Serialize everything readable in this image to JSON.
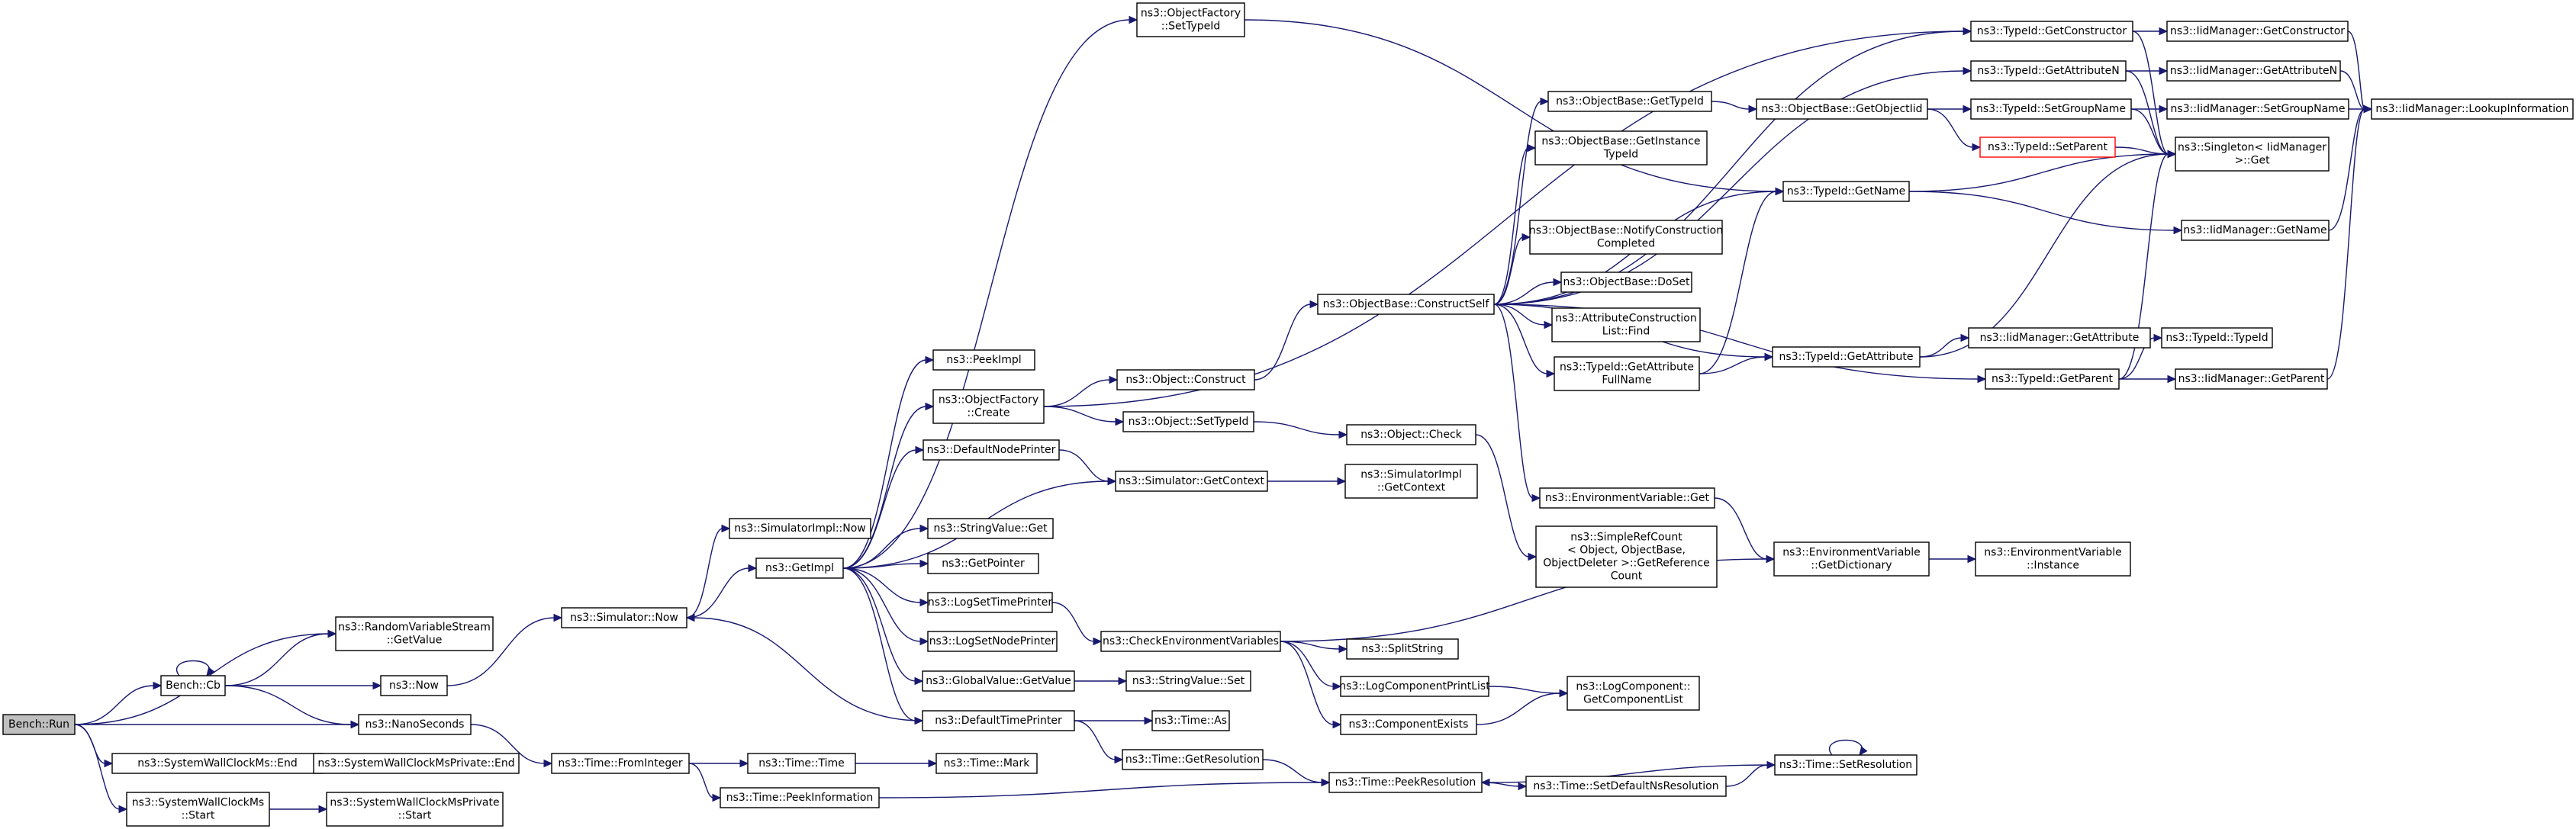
{
  "diagram": {
    "colors": {
      "edge": "#191970",
      "node_border": "#000000",
      "root_fill": "#bfbfbf",
      "highlight_border": "#ff0000",
      "background": "#ffffff"
    },
    "nodes": [
      {
        "id": "bench_run",
        "lines": [
          "Bench::Run"
        ],
        "style": "root"
      },
      {
        "id": "bench_cb",
        "lines": [
          "Bench::Cb"
        ]
      },
      {
        "id": "rvs_getvalue",
        "lines": [
          "ns3::RandomVariableStream",
          "::GetValue"
        ]
      },
      {
        "id": "now",
        "lines": [
          "ns3::Now"
        ]
      },
      {
        "id": "nanoseconds",
        "lines": [
          "ns3::NanoSeconds"
        ]
      },
      {
        "id": "swc_end",
        "lines": [
          "ns3::SystemWallClockMs::End"
        ]
      },
      {
        "id": "swcp_end",
        "lines": [
          "ns3::SystemWallClockMsPrivate::End"
        ]
      },
      {
        "id": "swc_start",
        "lines": [
          "ns3::SystemWallClockMs",
          "::Start"
        ]
      },
      {
        "id": "swcp_start",
        "lines": [
          "ns3::SystemWallClockMsPrivate",
          "::Start"
        ]
      },
      {
        "id": "sim_now",
        "lines": [
          "ns3::Simulator::Now"
        ]
      },
      {
        "id": "time_fromint",
        "lines": [
          "ns3::Time::FromInteger"
        ]
      },
      {
        "id": "simimpl_now",
        "lines": [
          "ns3::SimulatorImpl::Now"
        ]
      },
      {
        "id": "getimpl",
        "lines": [
          "ns3::GetImpl"
        ]
      },
      {
        "id": "time_time",
        "lines": [
          "ns3::Time::Time"
        ]
      },
      {
        "id": "time_peekinfo",
        "lines": [
          "ns3::Time::PeekInformation"
        ]
      },
      {
        "id": "time_mark",
        "lines": [
          "ns3::Time::Mark"
        ]
      },
      {
        "id": "of_settypeid",
        "lines": [
          "ns3::ObjectFactory",
          "::SetTypeId"
        ]
      },
      {
        "id": "peekimpl",
        "lines": [
          "ns3::PeekImpl"
        ]
      },
      {
        "id": "of_create",
        "lines": [
          "ns3::ObjectFactory",
          "::Create"
        ]
      },
      {
        "id": "defnodeprinter",
        "lines": [
          "ns3::DefaultNodePrinter"
        ]
      },
      {
        "id": "sv_get",
        "lines": [
          "ns3::StringValue::Get"
        ]
      },
      {
        "id": "getpointer",
        "lines": [
          "ns3::GetPointer"
        ]
      },
      {
        "id": "logsettimeprinter",
        "lines": [
          "ns3::LogSetTimePrinter"
        ]
      },
      {
        "id": "logsetnodeprinter",
        "lines": [
          "ns3::LogSetNodePrinter"
        ]
      },
      {
        "id": "gv_getvalue",
        "lines": [
          "ns3::GlobalValue::GetValue"
        ]
      },
      {
        "id": "deftimeprinter",
        "lines": [
          "ns3::DefaultTimePrinter"
        ]
      },
      {
        "id": "obj_construct",
        "lines": [
          "ns3::Object::Construct"
        ]
      },
      {
        "id": "obj_settypeid",
        "lines": [
          "ns3::Object::SetTypeId"
        ]
      },
      {
        "id": "sim_getcontext",
        "lines": [
          "ns3::Simulator::GetContext"
        ]
      },
      {
        "id": "checkenv",
        "lines": [
          "ns3::CheckEnvironmentVariables"
        ]
      },
      {
        "id": "sv_set",
        "lines": [
          "ns3::StringValue::Set"
        ]
      },
      {
        "id": "time_as",
        "lines": [
          "ns3::Time::As"
        ]
      },
      {
        "id": "time_getres",
        "lines": [
          "ns3::Time::GetResolution"
        ]
      },
      {
        "id": "ob_constructself",
        "lines": [
          "ns3::ObjectBase::ConstructSelf"
        ]
      },
      {
        "id": "obj_check",
        "lines": [
          "ns3::Object::Check"
        ]
      },
      {
        "id": "simimpl_getcontext",
        "lines": [
          "ns3::SimulatorImpl",
          "::GetContext"
        ]
      },
      {
        "id": "splitstring",
        "lines": [
          "ns3::SplitString"
        ]
      },
      {
        "id": "logcompprintlist",
        "lines": [
          "ns3::LogComponentPrintList"
        ]
      },
      {
        "id": "compexists",
        "lines": [
          "ns3::ComponentExists"
        ]
      },
      {
        "id": "time_peekres",
        "lines": [
          "ns3::Time::PeekResolution"
        ]
      },
      {
        "id": "ob_gettypeid",
        "lines": [
          "ns3::ObjectBase::GetTypeId"
        ]
      },
      {
        "id": "ob_getinstancetypeid",
        "lines": [
          "ns3::ObjectBase::GetInstance",
          "TypeId"
        ]
      },
      {
        "id": "ob_notifyconstruction",
        "lines": [
          "ns3::ObjectBase::NotifyConstruction",
          "Completed"
        ]
      },
      {
        "id": "ob_doset",
        "lines": [
          "ns3::ObjectBase::DoSet"
        ]
      },
      {
        "id": "attrconstrlist_find",
        "lines": [
          "ns3::AttributeConstruction",
          "List::Find"
        ]
      },
      {
        "id": "tid_getattrfullname",
        "lines": [
          "ns3::TypeId::GetAttribute",
          "FullName"
        ]
      },
      {
        "id": "envvar_get",
        "lines": [
          "ns3::EnvironmentVariable::Get"
        ]
      },
      {
        "id": "simplerefcount",
        "lines": [
          "ns3::SimpleRefCount",
          "< Object, ObjectBase,",
          "ObjectDeleter >::GetReference",
          "Count"
        ]
      },
      {
        "id": "logcomp_getlist",
        "lines": [
          "ns3::LogComponent::",
          "GetComponentList"
        ]
      },
      {
        "id": "time_setdefnsres",
        "lines": [
          "ns3::Time::SetDefaultNsResolution"
        ]
      },
      {
        "id": "ob_getobjectiid",
        "lines": [
          "ns3::ObjectBase::GetObjectIid"
        ]
      },
      {
        "id": "tid_getname",
        "lines": [
          "ns3::TypeId::GetName"
        ]
      },
      {
        "id": "tid_getattribute",
        "lines": [
          "ns3::TypeId::GetAttribute"
        ]
      },
      {
        "id": "envvar_getdict",
        "lines": [
          "ns3::EnvironmentVariable",
          "::GetDictionary"
        ]
      },
      {
        "id": "time_setres",
        "lines": [
          "ns3::Time::SetResolution"
        ]
      },
      {
        "id": "tid_getconstructor",
        "lines": [
          "ns3::TypeId::GetConstructor"
        ]
      },
      {
        "id": "tid_getattributen",
        "lines": [
          "ns3::TypeId::GetAttributeN"
        ]
      },
      {
        "id": "tid_setgroupname",
        "lines": [
          "ns3::TypeId::SetGroupName"
        ]
      },
      {
        "id": "tid_setparent",
        "lines": [
          "ns3::TypeId::SetParent"
        ],
        "style": "highlight"
      },
      {
        "id": "tid_getparent",
        "lines": [
          "ns3::TypeId::GetParent"
        ]
      },
      {
        "id": "envvar_instance",
        "lines": [
          "ns3::EnvironmentVariable",
          "::Instance"
        ]
      },
      {
        "id": "iid_getattribute",
        "lines": [
          "ns3::IidManager::GetAttribute"
        ]
      },
      {
        "id": "tid_typeid",
        "lines": [
          "ns3::TypeId::TypeId"
        ]
      },
      {
        "id": "iid_getconstructor",
        "lines": [
          "ns3::IidManager::GetConstructor"
        ]
      },
      {
        "id": "iid_getattributen",
        "lines": [
          "ns3::IidManager::GetAttributeN"
        ]
      },
      {
        "id": "iid_setgroupname",
        "lines": [
          "ns3::IidManager::SetGroupName"
        ]
      },
      {
        "id": "singleton_get",
        "lines": [
          "ns3::Singleton< IidManager",
          "  >::Get"
        ]
      },
      {
        "id": "iid_getname",
        "lines": [
          "ns3::IidManager::GetName"
        ]
      },
      {
        "id": "iid_getparent",
        "lines": [
          "ns3::IidManager::GetParent"
        ]
      },
      {
        "id": "iid_lookupinfo",
        "lines": [
          "ns3::IidManager::LookupInformation"
        ]
      }
    ],
    "edges": [
      [
        "bench_run",
        "rvs_getvalue"
      ],
      [
        "bench_run",
        "bench_cb"
      ],
      [
        "bench_run",
        "nanoseconds"
      ],
      [
        "bench_run",
        "swc_end"
      ],
      [
        "bench_run",
        "swc_start"
      ],
      [
        "bench_cb",
        "bench_cb"
      ],
      [
        "bench_cb",
        "rvs_getvalue"
      ],
      [
        "bench_cb",
        "now"
      ],
      [
        "bench_cb",
        "nanoseconds"
      ],
      [
        "now",
        "sim_now"
      ],
      [
        "nanoseconds",
        "time_fromint"
      ],
      [
        "swc_end",
        "swcp_end"
      ],
      [
        "swc_start",
        "swcp_start"
      ],
      [
        "sim_now",
        "simimpl_now"
      ],
      [
        "sim_now",
        "getimpl"
      ],
      [
        "time_fromint",
        "time_time"
      ],
      [
        "time_fromint",
        "time_peekinfo"
      ],
      [
        "time_time",
        "time_mark"
      ],
      [
        "time_peekinfo",
        "time_peekres"
      ],
      [
        "getimpl",
        "of_settypeid"
      ],
      [
        "getimpl",
        "peekimpl"
      ],
      [
        "getimpl",
        "of_create"
      ],
      [
        "getimpl",
        "defnodeprinter"
      ],
      [
        "getimpl",
        "sim_getcontext"
      ],
      [
        "getimpl",
        "sv_get"
      ],
      [
        "getimpl",
        "getpointer"
      ],
      [
        "getimpl",
        "logsettimeprinter"
      ],
      [
        "getimpl",
        "logsetnodeprinter"
      ],
      [
        "getimpl",
        "gv_getvalue"
      ],
      [
        "getimpl",
        "deftimeprinter"
      ],
      [
        "of_settypeid",
        "tid_getname"
      ],
      [
        "of_create",
        "tid_getconstructor"
      ],
      [
        "of_create",
        "obj_construct"
      ],
      [
        "of_create",
        "obj_settypeid"
      ],
      [
        "defnodeprinter",
        "sim_getcontext"
      ],
      [
        "sim_getcontext",
        "simimpl_getcontext"
      ],
      [
        "logsettimeprinter",
        "checkenv"
      ],
      [
        "gv_getvalue",
        "sv_set"
      ],
      [
        "deftimeprinter",
        "sim_now"
      ],
      [
        "deftimeprinter",
        "time_as"
      ],
      [
        "deftimeprinter",
        "time_getres"
      ],
      [
        "obj_construct",
        "ob_constructself"
      ],
      [
        "obj_settypeid",
        "obj_check"
      ],
      [
        "obj_check",
        "simplerefcount"
      ],
      [
        "checkenv",
        "envvar_getdict"
      ],
      [
        "checkenv",
        "splitstring"
      ],
      [
        "checkenv",
        "logcompprintlist"
      ],
      [
        "checkenv",
        "compexists"
      ],
      [
        "logcompprintlist",
        "logcomp_getlist"
      ],
      [
        "compexists",
        "logcomp_getlist"
      ],
      [
        "time_getres",
        "time_peekres"
      ],
      [
        "time_peekres",
        "time_setdefnsres"
      ],
      [
        "time_setdefnsres",
        "time_setres"
      ],
      [
        "time_setres",
        "time_setres"
      ],
      [
        "time_setres",
        "time_peekres"
      ],
      [
        "ob_constructself",
        "tid_getconstructor"
      ],
      [
        "ob_constructself",
        "tid_getattributen"
      ],
      [
        "ob_constructself",
        "ob_gettypeid"
      ],
      [
        "ob_constructself",
        "ob_getinstancetypeid"
      ],
      [
        "ob_constructself",
        "tid_getname"
      ],
      [
        "ob_constructself",
        "ob_notifyconstruction"
      ],
      [
        "ob_constructself",
        "ob_doset"
      ],
      [
        "ob_constructself",
        "attrconstrlist_find"
      ],
      [
        "ob_constructself",
        "tid_getattrfullname"
      ],
      [
        "ob_constructself",
        "tid_getattribute"
      ],
      [
        "ob_constructself",
        "tid_getparent"
      ],
      [
        "ob_constructself",
        "envvar_get"
      ],
      [
        "ob_gettypeid",
        "ob_getobjectiid"
      ],
      [
        "ob_getobjectiid",
        "tid_setgroupname"
      ],
      [
        "ob_getobjectiid",
        "tid_setparent"
      ],
      [
        "tid_getattrfullname",
        "tid_getname"
      ],
      [
        "tid_getattrfullname",
        "tid_getattribute"
      ],
      [
        "envvar_get",
        "envvar_getdict"
      ],
      [
        "envvar_getdict",
        "envvar_instance"
      ],
      [
        "tid_getname",
        "singleton_get"
      ],
      [
        "tid_getname",
        "iid_getname"
      ],
      [
        "tid_getattribute",
        "singleton_get"
      ],
      [
        "tid_getattribute",
        "iid_getattribute"
      ],
      [
        "tid_getconstructor",
        "iid_getconstructor"
      ],
      [
        "tid_getconstructor",
        "singleton_get"
      ],
      [
        "tid_getattributen",
        "iid_getattributen"
      ],
      [
        "tid_getattributen",
        "singleton_get"
      ],
      [
        "tid_setgroupname",
        "iid_setgroupname"
      ],
      [
        "tid_setgroupname",
        "singleton_get"
      ],
      [
        "tid_setparent",
        "singleton_get"
      ],
      [
        "tid_getparent",
        "tid_typeid"
      ],
      [
        "tid_getparent",
        "iid_getparent"
      ],
      [
        "tid_getparent",
        "singleton_get"
      ],
      [
        "iid_getconstructor",
        "iid_lookupinfo"
      ],
      [
        "iid_getattributen",
        "iid_lookupinfo"
      ],
      [
        "iid_setgroupname",
        "iid_lookupinfo"
      ],
      [
        "iid_getname",
        "iid_lookupinfo"
      ],
      [
        "iid_getparent",
        "iid_lookupinfo"
      ]
    ]
  }
}
